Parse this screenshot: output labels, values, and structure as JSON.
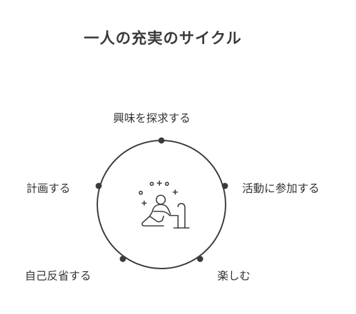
{
  "diagram": {
    "title": "一人の充実のサイクル",
    "center_icon": "person-with-sparkles-icon",
    "stages": [
      {
        "label": "興味を探求する"
      },
      {
        "label": "活動に参加する"
      },
      {
        "label": "楽しむ"
      },
      {
        "label": "自己反省する"
      },
      {
        "label": "計画する"
      }
    ],
    "colors": {
      "stroke": "#3b3b3b",
      "text": "#333333"
    }
  }
}
